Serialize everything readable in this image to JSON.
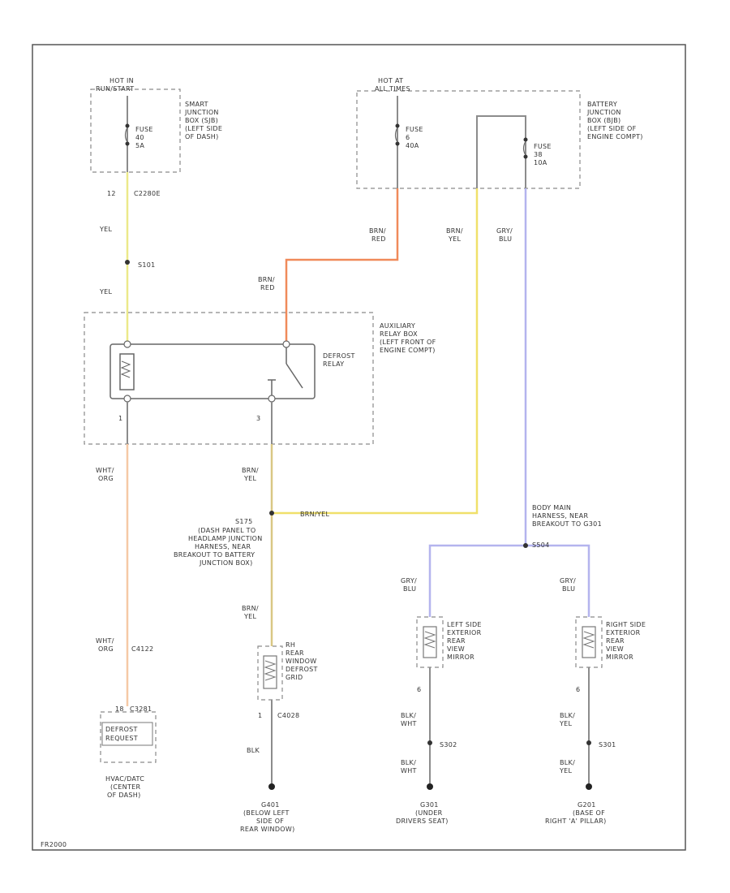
{
  "power": {
    "smart_jb_hot": [
      "HOT IN",
      "RUN/START"
    ],
    "smart_jb_fuse": [
      "FUSE",
      "40",
      "5A"
    ],
    "smart_jb_name": [
      "SMART",
      "JUNCTION",
      "BOX (SJB)",
      "(LEFT SIDE",
      "OF DASH)"
    ],
    "battery_jb_hot": [
      "HOT AT",
      "ALL TIMES"
    ],
    "battery_jb_fuse1": [
      "FUSE",
      "6",
      "40A"
    ],
    "battery_jb_fuse2": [
      "FUSE",
      "38",
      "10A"
    ],
    "battery_jb_name": [
      "BATTERY",
      "JUNCTION",
      "BOX (BJB)",
      "(LEFT SIDE OF",
      "ENGINE COMPT)"
    ]
  },
  "connectors": {
    "c2280e": "C2280E",
    "c2280e_pin": "12",
    "s101": "S101",
    "relay_pin1": "1",
    "relay_pin3": "3",
    "s175": [
      "S175",
      "(DASH PANEL TO",
      "HEADLAMP JUNCTION",
      "HARNESS, NEAR",
      "BREAKOUT TO BATTERY",
      "JUNCTION BOX)"
    ],
    "s175_tag": "BRN/YEL",
    "c4122": "C4122",
    "c3281": "C3281",
    "c3281_pin": "18",
    "c4028": "C4028",
    "c4028_pin": "1",
    "body_main": [
      "BODY MAIN",
      "HARNESS, NEAR",
      "BREAKOUT TO G301",
      "S504"
    ],
    "mirror_left_pin": "6",
    "mirror_right_pin": "6",
    "s302": "S302",
    "s301": "S301"
  },
  "wires": {
    "yel_a": "YEL",
    "yel_b": "YEL",
    "brn_red_a": [
      "BRN/",
      "RED"
    ],
    "brn_red_b": [
      "BRN/",
      "RED"
    ],
    "brn_yel_top": [
      "BRN/",
      "YEL"
    ],
    "gry_blu_top": [
      "GRY/",
      "BLU"
    ],
    "wht_org_a": [
      "WHT/",
      "ORG"
    ],
    "wht_org_b": [
      "WHT/",
      "ORG"
    ],
    "brn_yel_a": [
      "BRN/",
      "YEL"
    ],
    "brn_yel_b": [
      "BRN/",
      "YEL"
    ],
    "gry_blu_l": [
      "GRY/",
      "BLU"
    ],
    "gry_blu_r": [
      "GRY/",
      "BLU"
    ],
    "blk": "BLK",
    "blk_wht_a": [
      "BLK/",
      "WHT"
    ],
    "blk_wht_b": [
      "BLK/",
      "WHT"
    ],
    "blk_yel_a": [
      "BLK/",
      "YEL"
    ],
    "blk_yel_b": [
      "BLK/",
      "YEL"
    ]
  },
  "components": {
    "aux_relay_box": [
      "AUXILIARY",
      "RELAY BOX",
      "(LEFT FRONT OF",
      "ENGINE COMPT)"
    ],
    "defrost_relay": [
      "DEFROST",
      "RELAY"
    ],
    "defrost_request": [
      "DEFROST",
      "REQUEST"
    ],
    "hvac_module": [
      "HVAC/DATC",
      "(CENTER",
      "OF DASH)"
    ],
    "rear_defrost_grid": [
      "RH",
      "REAR",
      "WINDOW",
      "DEFROST",
      "GRID"
    ],
    "left_mirror": [
      "LEFT SIDE",
      "EXTERIOR",
      "REAR",
      "VIEW",
      "MIRROR"
    ],
    "right_mirror": [
      "RIGHT SIDE",
      "EXTERIOR",
      "REAR",
      "VIEW",
      "MIRROR"
    ]
  },
  "grounds": {
    "g401": [
      "G401",
      "(BELOW LEFT",
      "SIDE OF",
      "REAR WINDOW)"
    ],
    "g301": [
      "G301",
      "(UNDER",
      "DRIVERS SEAT)"
    ],
    "g201": [
      "G201",
      "(BASE OF",
      "RIGHT 'A' PILLAR)"
    ]
  },
  "footer": {
    "code": "FR2000"
  },
  "colors": {
    "yel": "#ece98a",
    "brn_red": "#f08a5a",
    "brn_yel": "#f0e06a",
    "gry_blu": "#b4b4ee",
    "wht_org": "#f6c9a6",
    "gray": "#8c8c8c"
  }
}
